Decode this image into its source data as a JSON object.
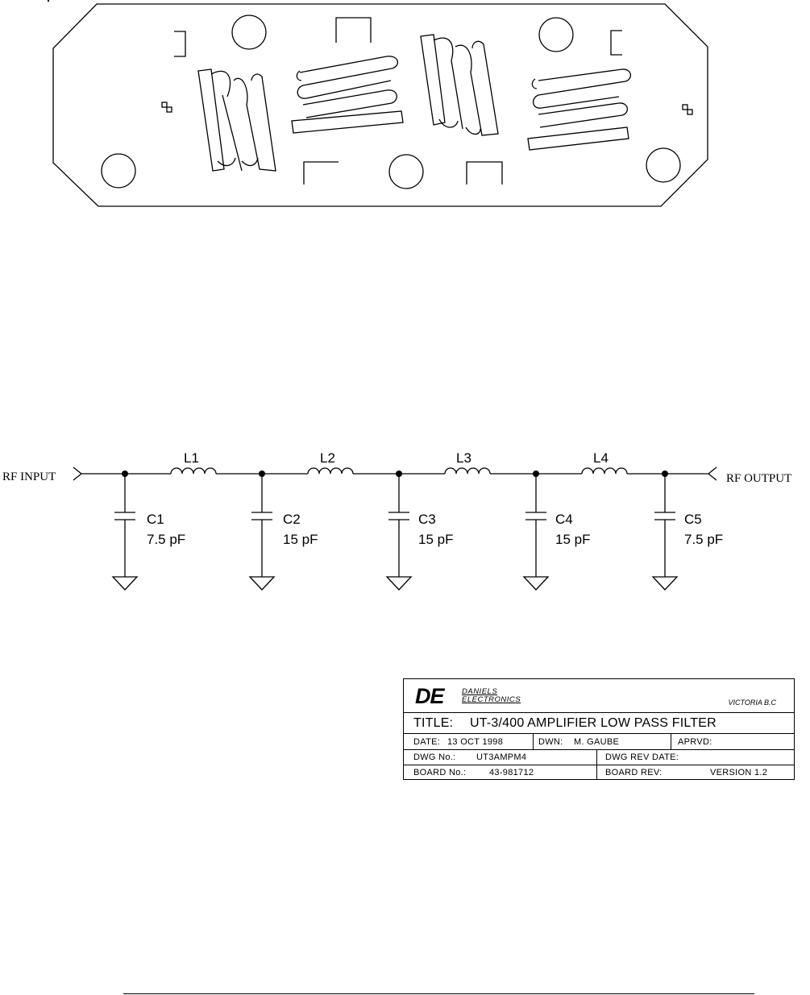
{
  "schematic": {
    "input_label": "RF INPUT",
    "output_label": "RF OUTPUT",
    "inductors": [
      {
        "ref": "L1"
      },
      {
        "ref": "L2"
      },
      {
        "ref": "L3"
      },
      {
        "ref": "L4"
      }
    ],
    "capacitors": [
      {
        "ref": "C1",
        "value": "7.5 pF"
      },
      {
        "ref": "C2",
        "value": "15 pF"
      },
      {
        "ref": "C3",
        "value": "15 pF"
      },
      {
        "ref": "C4",
        "value": "15 pF"
      },
      {
        "ref": "C5",
        "value": "7.5 pF"
      }
    ]
  },
  "title_block": {
    "logo": "DE",
    "company_line1": "DANIELS",
    "company_line2": "ELECTRONICS",
    "doc_ref": "VICTORIA B.C",
    "title_label": "TITLE:",
    "title_value": "UT-3/400 AMPLIFIER LOW PASS FILTER",
    "date_label": "DATE:",
    "date_value": "13 OCT 1998",
    "dwn_label": "DWN:",
    "dwn_value": "M. GAUBE",
    "aprvd_label": "APRVD:",
    "aprvd_value": "",
    "dwg_no_label": "DWG No.:",
    "dwg_no_value": "UT3AMPM4",
    "dwg_rev_date_label": "DWG REV DATE:",
    "dwg_rev_date_value": "",
    "board_no_label": "BOARD No.:",
    "board_no_value": "43-981712",
    "board_rev_label": "BOARD REV:",
    "board_rev_value": "VERSION 1.2"
  }
}
